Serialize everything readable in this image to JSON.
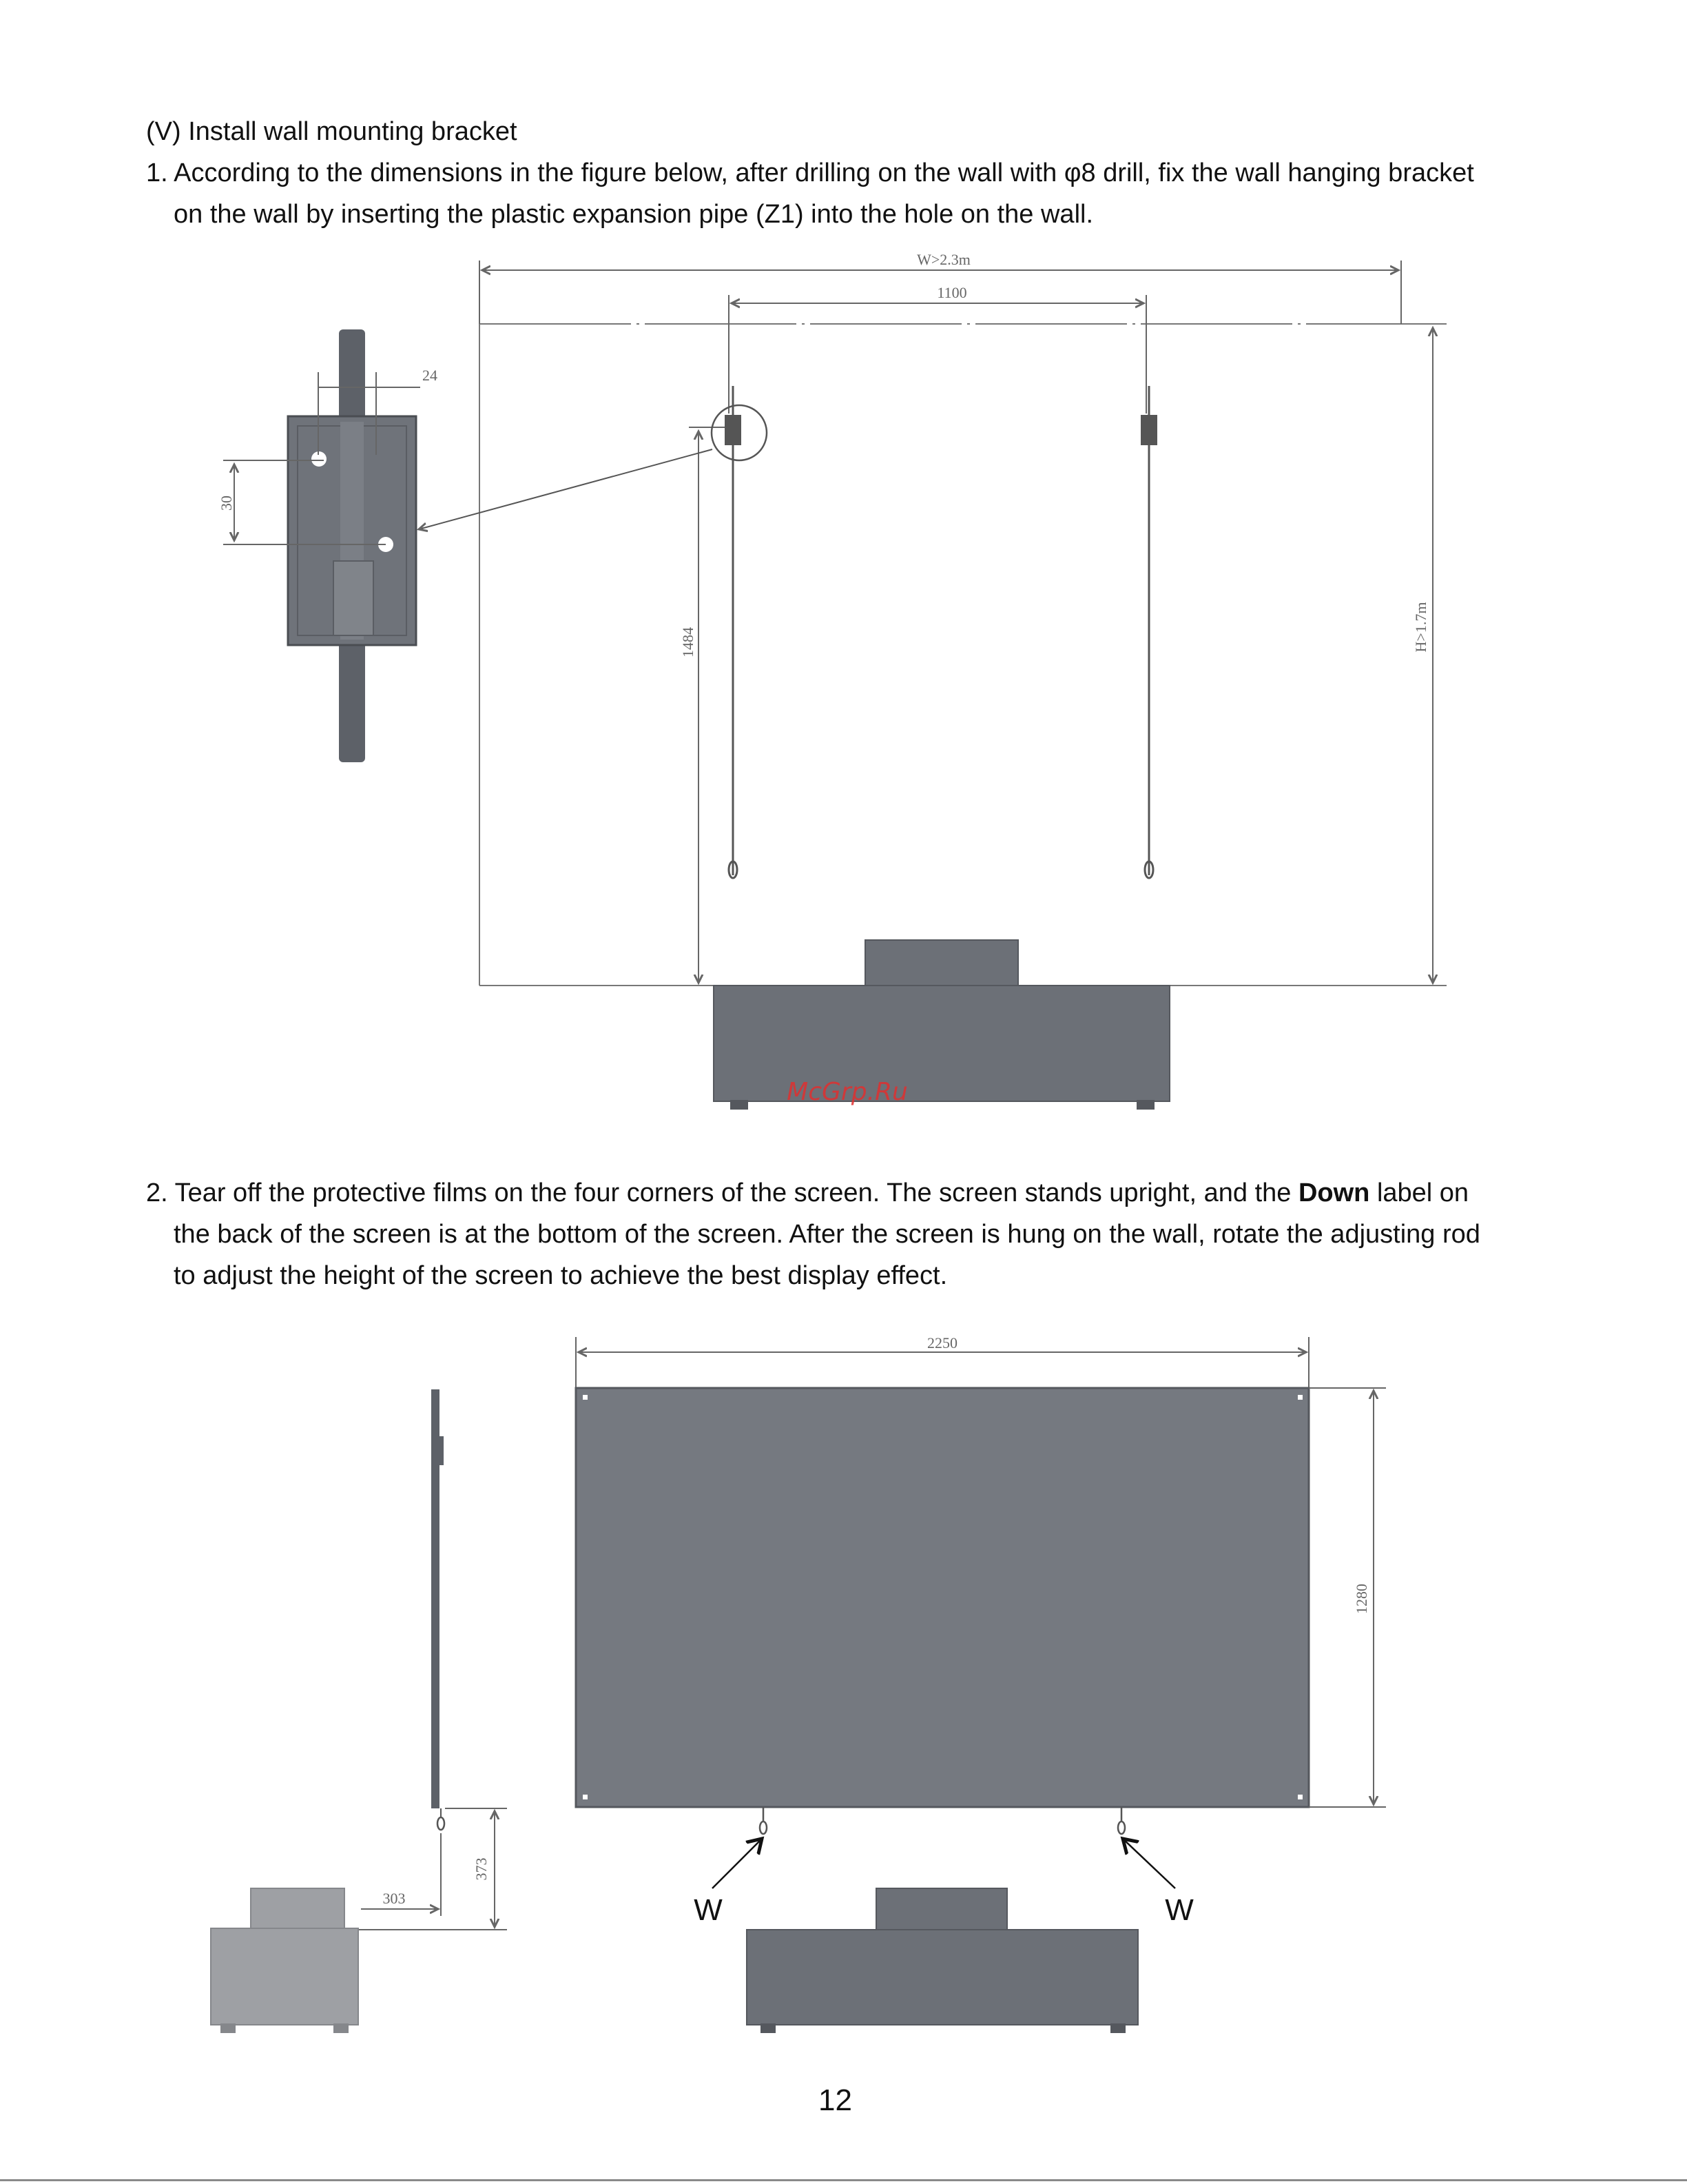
{
  "section": {
    "heading": "(V) Install wall mounting bracket",
    "step1": {
      "line1": "1. According to the dimensions in the figure below, after drilling on the wall with φ8 drill, fix the wall hanging bracket",
      "line2": "on the wall by inserting the plastic expansion pipe (Z1) into the hole on the wall."
    },
    "step2": {
      "line1_before": "2. Tear off the protective films on the four corners of the screen. The screen stands upright, and the ",
      "line1_bold": "Down",
      "line1_after": " label on",
      "line2": "the back of the screen is at the bottom of the screen. After the screen is hung on the wall, rotate the adjusting rod",
      "line3": "to adjust the height of the screen to achieve the best display effect."
    }
  },
  "figure1": {
    "width_label": "W>2.3m",
    "spacing_label": "1100",
    "bracket_width_label": "24",
    "hole_spacing_label": "30",
    "hanger_height_label": "1484",
    "height_label": "H>1.7m",
    "watermark": "McGrp.Ru"
  },
  "figure2": {
    "screen_width_label": "2250",
    "screen_height_label": "1280",
    "distance_label": "303",
    "gap_height_label": "373",
    "w_left": "W",
    "w_right": "W"
  },
  "page_number": "12",
  "colors": {
    "dark_gray": "#6f737a",
    "screen_gray": "#757980",
    "light_gray": "#9ea0a4",
    "watermark_red": "#e03030",
    "dim_line": "#555555"
  }
}
